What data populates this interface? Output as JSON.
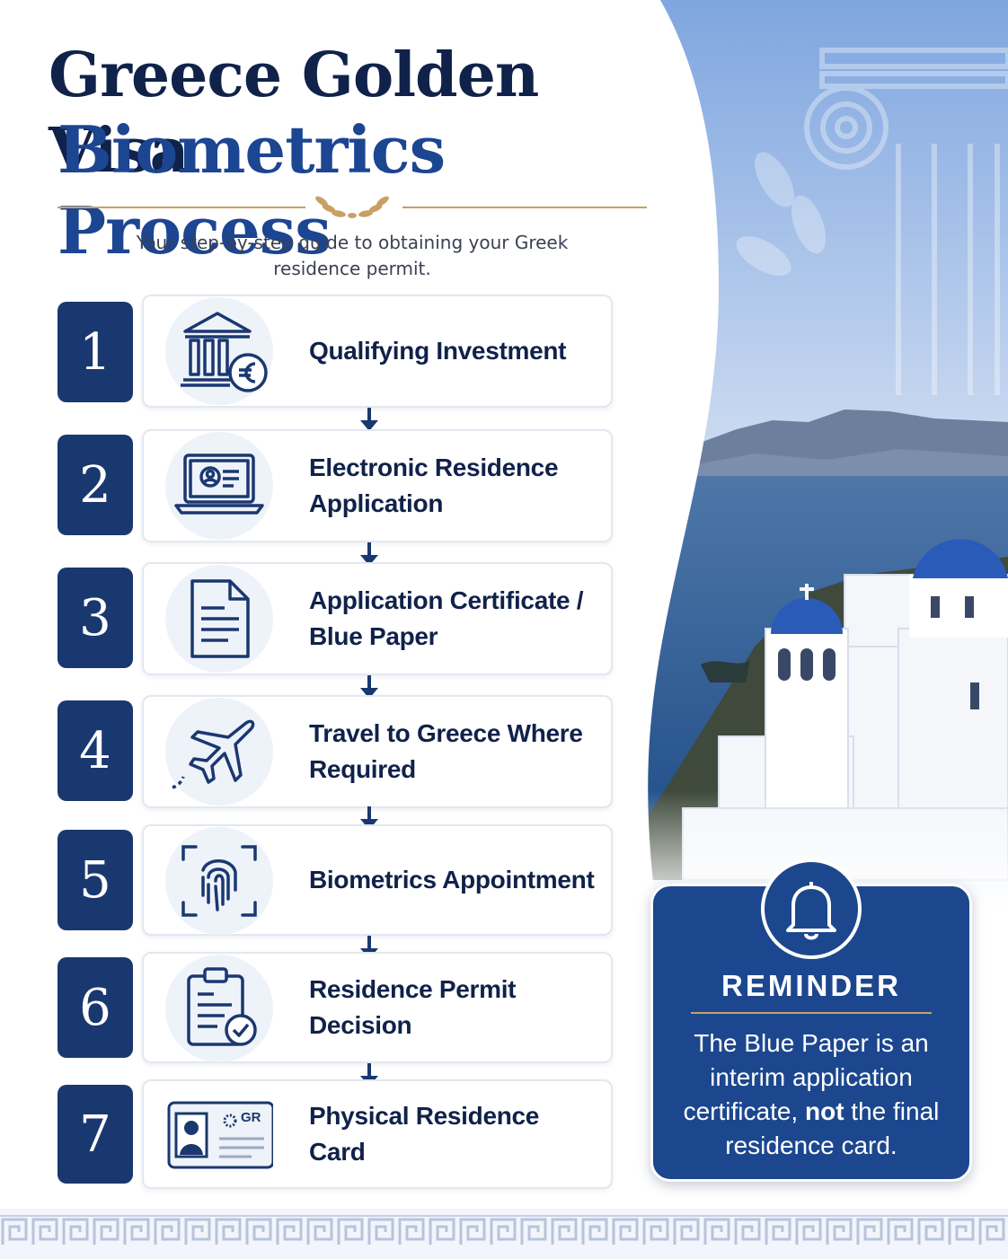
{
  "title_line1": "Greece Golden Visa",
  "title_line2": "Biometrics Process",
  "subtitle": "Your step-by-step guide to obtaining your Greek residence permit.",
  "steps": [
    {
      "number": "1",
      "label": "Qualifying Investment",
      "icon": "bank-euro-icon"
    },
    {
      "number": "2",
      "label": "Electronic Residence Application",
      "icon": "laptop-profile-icon"
    },
    {
      "number": "3",
      "label": "Application Certificate / Blue Paper",
      "icon": "document-icon"
    },
    {
      "number": "4",
      "label": "Travel to Greece Where Required",
      "icon": "airplane-icon"
    },
    {
      "number": "5",
      "label": "Biometrics Appointment",
      "icon": "fingerprint-icon"
    },
    {
      "number": "6",
      "label": "Residence Permit Decision",
      "icon": "clipboard-check-icon"
    },
    {
      "number": "7",
      "label": "Physical Residence Card",
      "icon": "id-card-icon"
    }
  ],
  "id_card_code": "GR",
  "reminder": {
    "title": "REMINDER",
    "text_before": "The Blue Paper is an interim application certificate, ",
    "text_bold": "not",
    "text_after": " the final residence card.",
    "icon": "bell-icon"
  },
  "colors": {
    "navy": "#1a3870",
    "blue": "#1c478e",
    "gold": "#c9a062",
    "card_border": "#e3e7f0"
  }
}
